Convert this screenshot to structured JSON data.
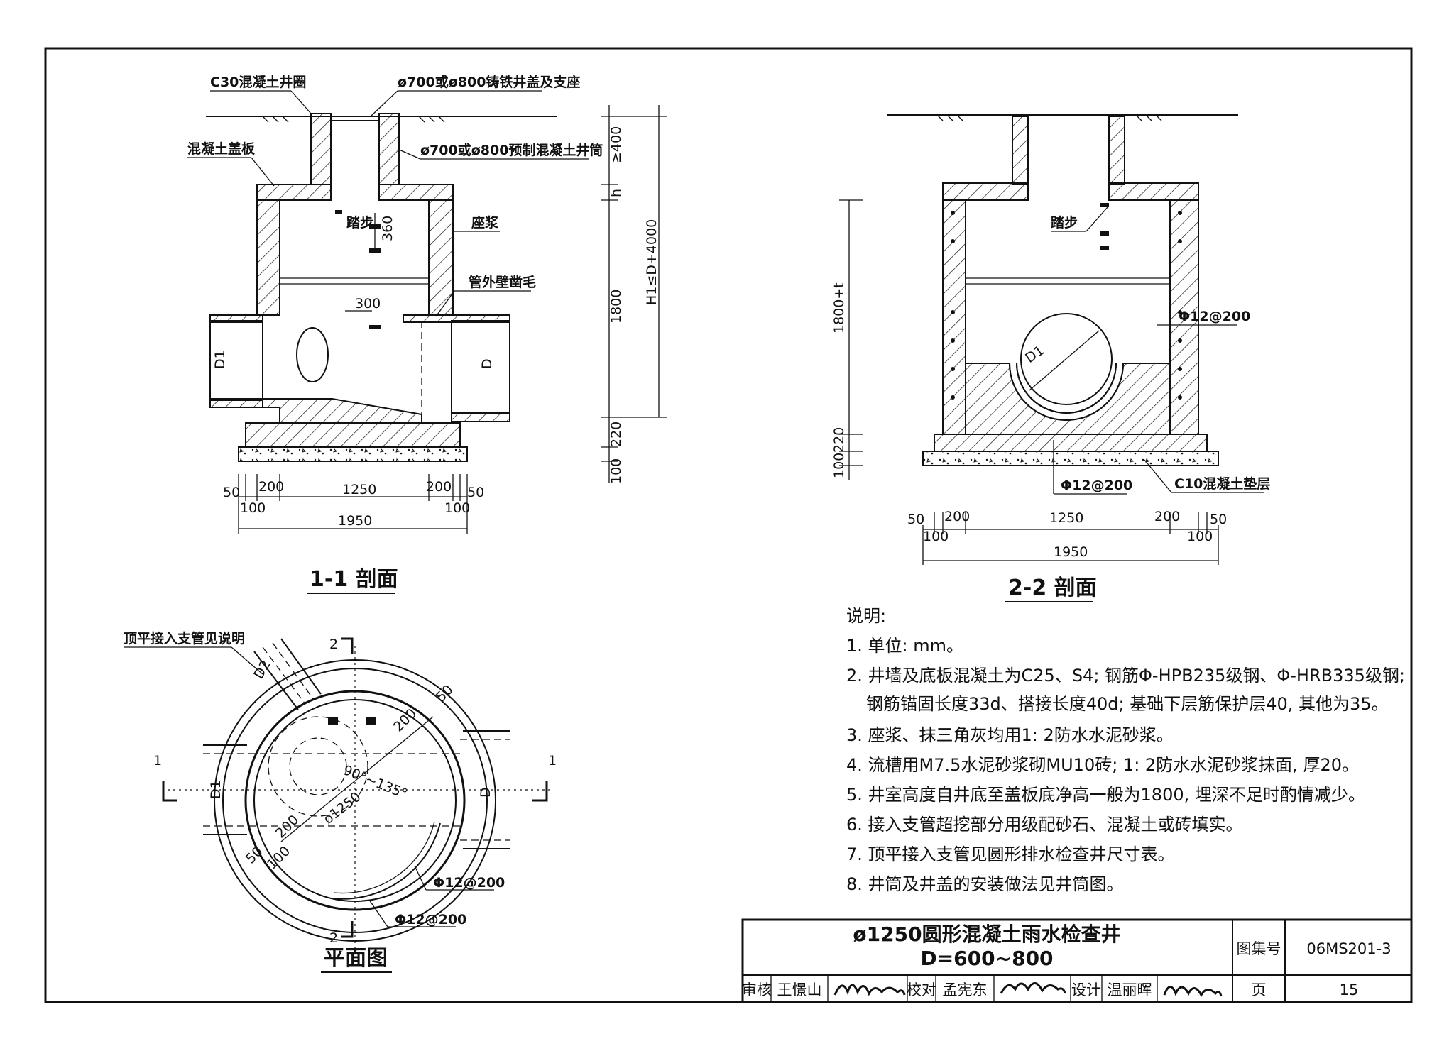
{
  "section_11": {
    "caption": "1-1 剖面",
    "labels": {
      "ring": "C30混凝土井圈",
      "cover": "ø700或ø800铸铁井盖及支座",
      "slab": "混凝土盖板",
      "shaft": "ø700或ø800预制混凝土井筒",
      "step": "踏步",
      "mortar": "座浆",
      "pipe_wall": "管外壁凿毛"
    },
    "dims": {
      "d360": "360",
      "d300": "300",
      "v400": "≥400",
      "vh": "h",
      "v1800": "1800",
      "v220": "220",
      "v100": "100",
      "vH1": "H1≤D+4000",
      "d1": "D1",
      "d": "D",
      "b50a": "50",
      "b200a": "200",
      "b1250": "1250",
      "b200b": "200",
      "b50b": "50",
      "b100a": "100",
      "b100b": "100",
      "b1950": "1950"
    }
  },
  "section_22": {
    "caption": "2-2 剖面",
    "labels": {
      "step": "踏步",
      "rebar1": "Φ12@200",
      "rebar2": "Φ12@200",
      "cushion": "C10混凝土垫层",
      "d1": "D1"
    },
    "dims": {
      "v1800t": "1800+t",
      "v220": "220",
      "v100": "100",
      "b50a": "50",
      "b200a": "200",
      "b1250": "1250",
      "b200b": "200",
      "b50b": "50",
      "b100a": "100",
      "b100b": "100",
      "b1950": "1950"
    }
  },
  "plan": {
    "caption": "平面图",
    "labels": {
      "branch_note": "顶平接入支管见说明",
      "d2": "D2",
      "d1": "D1",
      "d": "D",
      "angle": "90°~135°",
      "dia1250": "ø1250",
      "dim200a": "200",
      "dim200b": "200",
      "dim50a": "50",
      "dim50b": "50",
      "dim100": "100",
      "rebar1": "Φ12@200",
      "rebar2": "Φ12@200",
      "cut1a": "1",
      "cut1b": "1",
      "cut2a": "2",
      "cut2b": "2"
    }
  },
  "notes": {
    "heading": "说明:",
    "items": [
      "1. 单位: mm。",
      "2. 井墙及底板混凝土为C25、S4; 钢筋Φ-HPB235级钢、Φ-HRB335级钢;",
      "钢筋锚固长度33d、搭接长度40d; 基础下层筋保护层40, 其他为35。",
      "3. 座浆、抹三角灰均用1: 2防水水泥砂浆。",
      "4. 流槽用M7.5水泥砂浆砌MU10砖; 1: 2防水水泥砂浆抹面, 厚20。",
      "5. 井室高度自井底至盖板底净高一般为1800, 埋深不足时酌情减少。",
      "6. 接入支管超挖部分用级配砂石、混凝土或砖填实。",
      "7. 顶平接入支管见圆形排水检查井尺寸表。",
      "8. 井筒及井盖的安装做法见井筒图。"
    ]
  },
  "title_block": {
    "title_line1": "ø1250圆形混凝土雨水检查井",
    "title_line2": "D=600~800",
    "atlas_label": "图集号",
    "atlas_no": "06MS201-3",
    "review_label": "审核",
    "reviewer": "王憬山",
    "check_label": "校对",
    "checker": "孟宪东",
    "design_label": "设计",
    "designer": "温丽晖",
    "page_label": "页",
    "page_no": "15"
  }
}
